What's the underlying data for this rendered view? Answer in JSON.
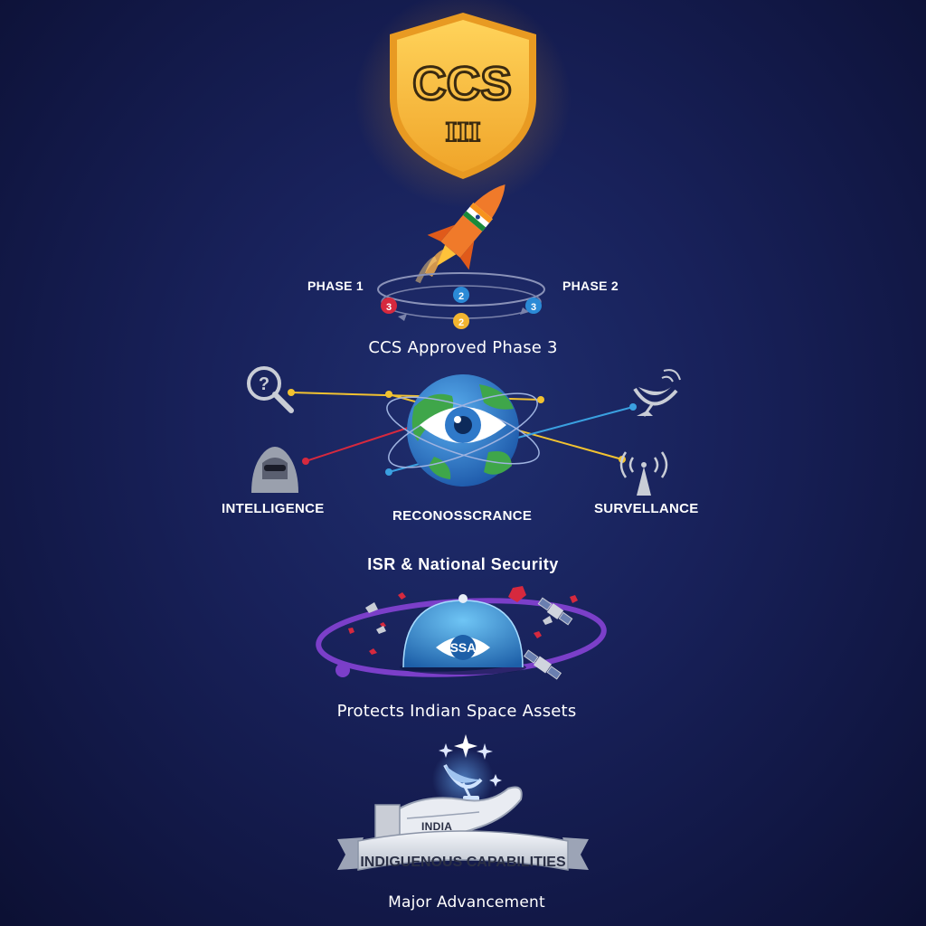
{
  "shield": {
    "title": "CCS",
    "subtitle": "III"
  },
  "phases": {
    "phase1_label": "PHASE 1",
    "phase2_label": "PHASE 2",
    "markers": [
      "3",
      "2",
      "3",
      "2"
    ],
    "caption": "CCS Approved Phase 3"
  },
  "isr": {
    "left_label": "INTELLIGENCE",
    "center_label": "RECONOSSCRANCE",
    "right_label": "SURVELLANCE",
    "caption": "ISR & National Security"
  },
  "ssa": {
    "dome_label": "SSA",
    "caption": "Protects Indian Space Assets"
  },
  "capabilities": {
    "hand_label": "INDIA",
    "ribbon_label": "INDIGUENOUS CAPABILITIES",
    "caption": "Major Advancement"
  },
  "colors": {
    "shield_gold": "#f5b530",
    "rocket_orange": "#f07a2a",
    "earth_blue": "#2f79c9",
    "earth_green": "#3fa64a",
    "orbit_purple": "#7b3fc9",
    "link_red": "#d6293e",
    "link_yellow": "#f2c230",
    "link_blue": "#3aa0e0"
  }
}
